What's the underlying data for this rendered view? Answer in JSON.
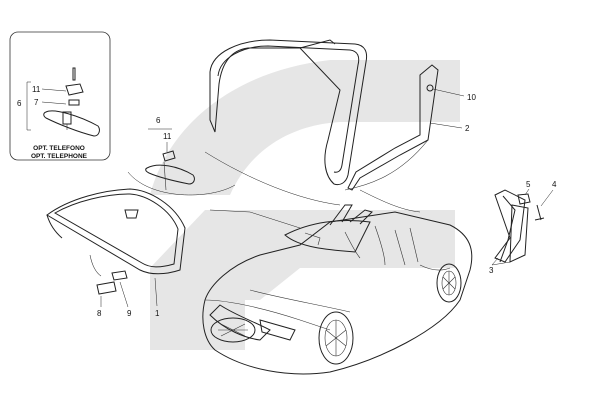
{
  "callouts": {
    "n1": "1",
    "n2": "2",
    "n3": "3",
    "n4": "4",
    "n5": "5",
    "n6_inset": "6",
    "n6_main": "6",
    "n7": "7",
    "n8": "8",
    "n9": "9",
    "n10": "10",
    "n11_inset": "11",
    "n11_main": "11"
  },
  "inset": {
    "caption_line1": "OPT. TELEFONO",
    "caption_line2": "OPT. TELEPHONE"
  },
  "colors": {
    "watermark": "#e6e6e6",
    "line": "#222222",
    "background": "#ffffff"
  }
}
